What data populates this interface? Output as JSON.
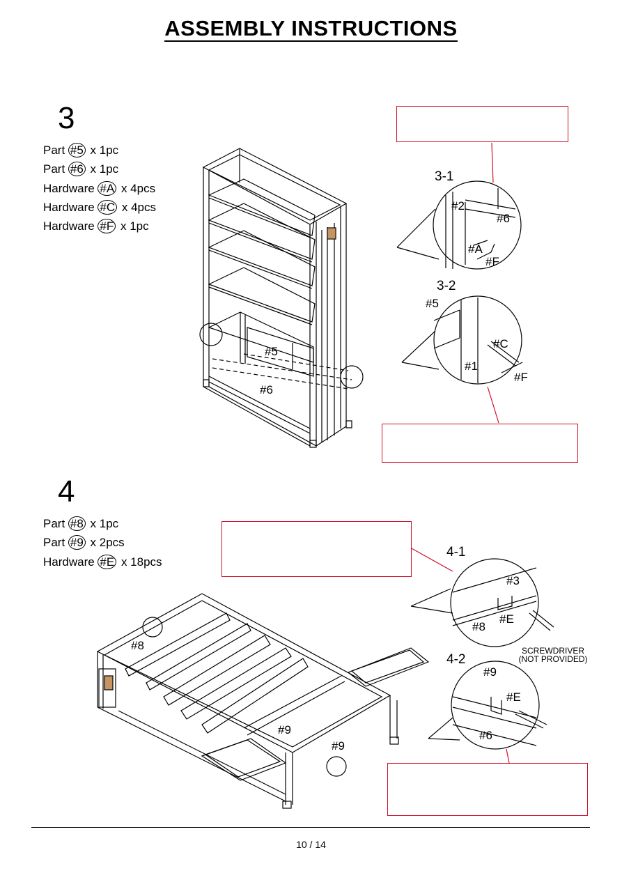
{
  "header": {
    "title": "ASSEMBLY  INSTRUCTIONS"
  },
  "step3": {
    "number": "3",
    "parts": [
      {
        "prefix": "Part ",
        "id": "#5",
        "suffix": " x 1pc"
      },
      {
        "prefix": "Part ",
        "id": "#6",
        "suffix": " x 1pc"
      },
      {
        "prefix": "Hardware ",
        "id": "#A",
        "suffix": " x 4pcs"
      },
      {
        "prefix": "Hardware ",
        "id": "#C",
        "suffix": " x 4pcs"
      },
      {
        "prefix": "Hardware ",
        "id": "#F",
        "suffix": " x 1pc"
      }
    ],
    "diagram_labels": {
      "part5": "#5",
      "part6": "#6"
    },
    "detail1": {
      "title": "3-1",
      "labels": [
        "#2",
        "#6",
        "#A",
        "#F"
      ]
    },
    "detail2": {
      "title": "3-2",
      "labels": [
        "#5",
        "#C",
        "#1",
        "#F"
      ]
    }
  },
  "step4": {
    "number": "4",
    "parts": [
      {
        "prefix": "Part ",
        "id": "#8",
        "suffix": " x 1pc"
      },
      {
        "prefix": "Part ",
        "id": "#9",
        "suffix": " x 2pcs"
      },
      {
        "prefix": "Hardware ",
        "id": "#E",
        "suffix": " x 18pcs"
      }
    ],
    "diagram_labels": {
      "part8": "#8",
      "part9a": "#9",
      "part9b": "#9"
    },
    "detail1": {
      "title": "4-1",
      "labels": [
        "#3",
        "#E",
        "#8"
      ]
    },
    "detail2": {
      "title": "4-2",
      "labels": [
        "#9",
        "#E",
        "#6"
      ]
    },
    "tool_note_line1": "SCREWDRIVER",
    "tool_note_line2": "(NOT PROVIDED)"
  },
  "colors": {
    "callout_border": "#d0102a",
    "line": "#000000"
  },
  "footer": {
    "page": "10 / 14"
  }
}
